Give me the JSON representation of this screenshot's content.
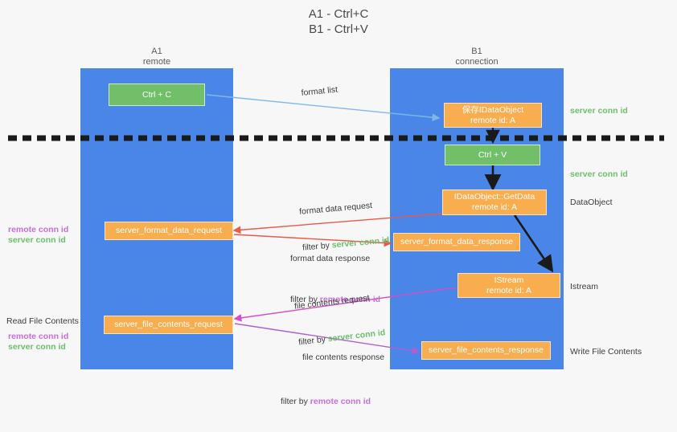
{
  "title": "A1 - Ctrl+C\nB1 - Ctrl+V",
  "lanes": [
    {
      "name": "A1",
      "sub": "remote",
      "header": "A1\nremote"
    },
    {
      "name": "B1",
      "sub": "connection",
      "header": "B1\nconnection"
    }
  ],
  "boxes": [
    {
      "id": "ctrl-c",
      "label": "Ctrl + C",
      "line2": "",
      "color": "#72bf6a"
    },
    {
      "id": "save-idataobject",
      "label": "保存IDataObject",
      "line2": "remote id: A",
      "color": "#f8ad4e"
    },
    {
      "id": "ctrl-v",
      "label": "Ctrl + V",
      "line2": "",
      "color": "#72bf6a"
    },
    {
      "id": "idataobject-getdata",
      "label": "IDataObject::GetData",
      "line2": "remote id: A",
      "color": "#f8ad4e"
    },
    {
      "id": "server-format-data-request",
      "label": "server_format_data_request",
      "line2": "",
      "color": "#f8ad4e"
    },
    {
      "id": "server-format-data-response",
      "label": "server_format_data_response",
      "line2": "",
      "color": "#f8ad4e"
    },
    {
      "id": "istream",
      "label": "IStream",
      "line2": "remote id: A",
      "color": "#f8ad4e"
    },
    {
      "id": "server-file-contents-request",
      "label": "server_file_contents_request",
      "line2": "",
      "color": "#f8ad4e"
    },
    {
      "id": "server-file-contents-response",
      "label": "server_file_contents_response",
      "line2": "",
      "color": "#f8ad4e"
    }
  ],
  "messages": {
    "format_list": "format list",
    "format_data_request": "format data request",
    "format_data_request_filter_prefix": "filter by ",
    "format_data_request_filter_key": "server conn id",
    "format_data_response": "format data response",
    "format_data_response_filter_prefix": "filter by ",
    "format_data_response_filter_key": "remote conn id",
    "file_contents_request": "file contents request",
    "file_contents_request_filter_prefix": "filter by ",
    "file_contents_request_filter_key": "server conn id",
    "file_contents_response": "file contents response",
    "file_contents_response_filter_prefix": "filter by ",
    "file_contents_response_filter_key": "remote conn id"
  },
  "right_labels": {
    "server_conn_id_top": "server conn id",
    "server_conn_id_mid": "server conn id",
    "dataobject": "DataObject",
    "istream": "Istream",
    "write_file_contents": "Write File Contents"
  },
  "left_labels": {
    "remote_conn_id_1": "remote conn id",
    "server_conn_id_1": "server conn id",
    "read_file_contents": "Read File Contents",
    "remote_conn_id_2": "remote conn id",
    "server_conn_id_2": "server conn id"
  },
  "colors": {
    "lane": "#4a86e8",
    "green_box": "#72bf6a",
    "orange_box": "#f8ad4e",
    "green_text": "#6cbf6c",
    "purple_text": "#c86edb",
    "arrow_blue": "#7fb8e8",
    "arrow_red": "#e8594a",
    "arrow_magenta": "#d64bc8",
    "arrow_purple": "#b05fd0",
    "arrow_black": "#1a1a1a",
    "background": "#f7f7f7",
    "divider": "#1a1a1a"
  }
}
